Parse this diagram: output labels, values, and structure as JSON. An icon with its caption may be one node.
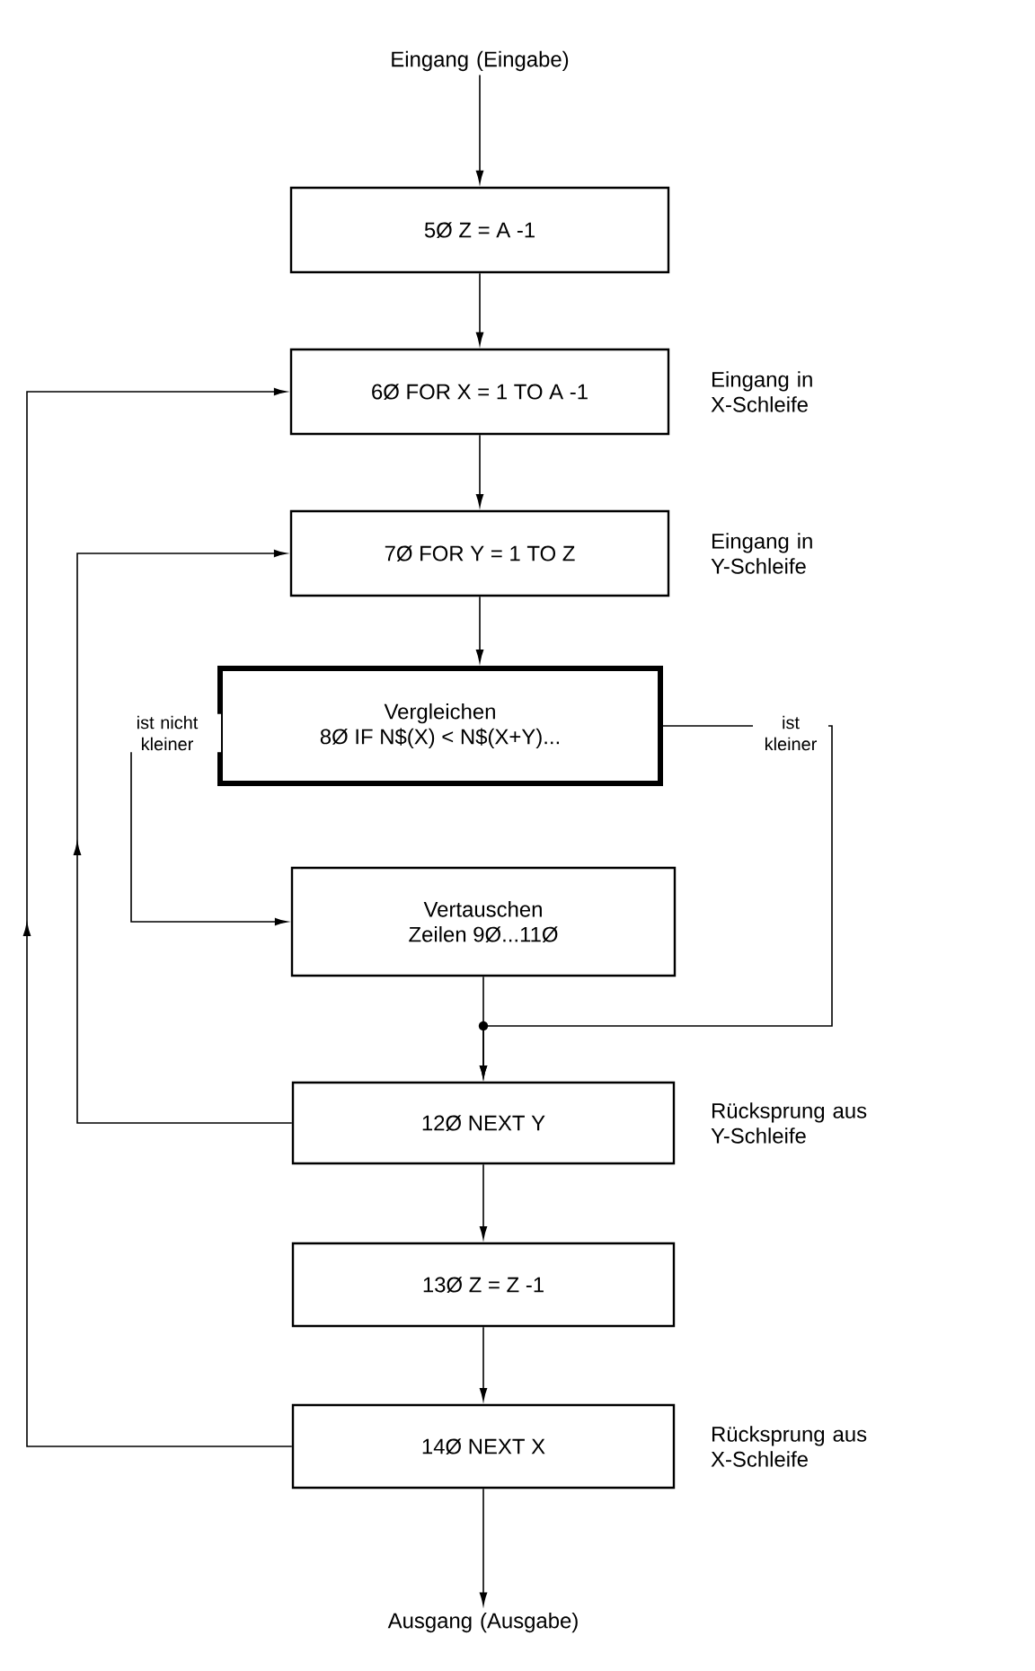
{
  "diagram": {
    "nodes": [
      {
        "text": [
          "Eingang (Eingabe)"
        ]
      },
      {
        "text": [
          "5Ø Z = A -1"
        ]
      },
      {
        "text": [
          "6Ø FOR X = 1 TO A -1"
        ],
        "beside": [
          "Eingang in X-Schleife"
        ]
      },
      {
        "text": [
          "7Ø FOR Y = 1 TO Z"
        ],
        "beside": [
          "Eingang in Y-Schleife"
        ]
      },
      {
        "text": [
          "Vergleichen",
          "8Ø IF N$(X) < N$(X+Y)..."
        ]
      },
      {
        "text": [
          "Vertauschen",
          "Zeilen 9Ø...11Ø"
        ]
      },
      {
        "text": [
          "12Ø NEXT Y"
        ],
        "beside": [
          "Rücksprung aus Y-Schleife"
        ]
      },
      {
        "text": [
          "13Ø Z = Z -1"
        ]
      },
      {
        "text": [
          "14Ø NEXT X"
        ],
        "beside": [
          "Rücksprung aus X-Schleife"
        ]
      },
      {
        "text": [
          "Ausgang (Ausgabe)"
        ]
      }
    ],
    "edges": [
      {
        "from": 0,
        "to": 1,
        "arrow": "to"
      },
      {
        "from": 1,
        "to": 2,
        "arrow": "to"
      },
      {
        "from": 2,
        "to": 3,
        "arrow": "to"
      },
      {
        "from": 3,
        "to": 4,
        "arrow": "to"
      },
      {
        "from": 4,
        "to": 5,
        "arrow": "to",
        "label": "ist nicht kleiner"
      },
      {
        "from": 4,
        "to": 6,
        "arrow": "to",
        "label": "ist kleiner"
      },
      {
        "from": 5,
        "to": 6,
        "arrow": "to"
      },
      {
        "from": 6,
        "to": 3,
        "arrow": "to"
      },
      {
        "from": 6,
        "to": 7,
        "arrow": "to"
      },
      {
        "from": 7,
        "to": 8,
        "arrow": "to"
      },
      {
        "from": 8,
        "to": 2,
        "arrow": "to"
      },
      {
        "from": 8,
        "to": 9,
        "arrow": "to"
      }
    ]
  }
}
